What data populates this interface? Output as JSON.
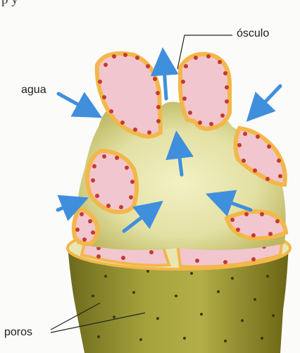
{
  "labels": {
    "agua": "agua",
    "osculo": "ósculo",
    "poros": "poros"
  },
  "top_fragment": "p y",
  "colors": {
    "body_gradient_top": "#8a8a2e",
    "body_gradient_bottom": "#6e6a14",
    "inner_cavity": "#e6e4a4",
    "cell_wall": "#f3b74a",
    "cell_nucleus": "#c23b32",
    "chamber_fill": "#f2c6cf",
    "arrow": "#3f8fdc"
  }
}
